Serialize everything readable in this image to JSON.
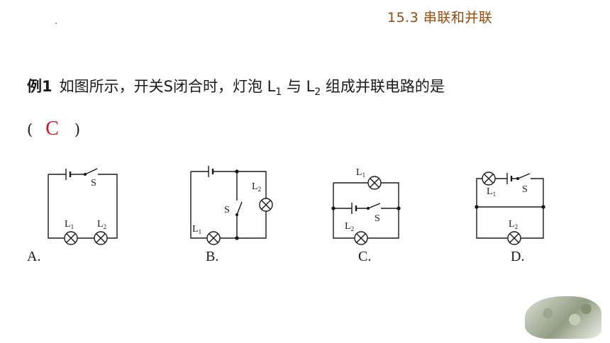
{
  "header": {
    "title": "15.3 串联和并联"
  },
  "question": {
    "prefix": "例1",
    "text_a": "如图所示，开关S闭合时，灯泡 L",
    "sub_1": "1",
    "text_b": " 与 L",
    "sub_2": "2",
    "text_c": " 组成并联电路的是",
    "open_paren": "(",
    "answer": "C",
    "close_paren": ")"
  },
  "options": [
    {
      "caption": "A.",
      "labels": {
        "switch": "S",
        "lamp1": "L",
        "lamp1_sub": "1",
        "lamp2": "L",
        "lamp2_sub": "2"
      }
    },
    {
      "caption": "B.",
      "labels": {
        "switch": "S",
        "lamp1": "L",
        "lamp1_sub": "1",
        "lamp2": "L",
        "lamp2_sub": "2"
      }
    },
    {
      "caption": "C.",
      "labels": {
        "switch": "S",
        "lamp1": "L",
        "lamp1_sub": "1",
        "lamp2": "L",
        "lamp2_sub": "2"
      }
    },
    {
      "caption": "D.",
      "labels": {
        "switch": "S",
        "lamp1": "L",
        "lamp1_sub": "1",
        "lamp2": "L",
        "lamp2_sub": "2"
      }
    }
  ],
  "colors": {
    "header": "#9a4a0c",
    "answer": "#d0161b"
  }
}
